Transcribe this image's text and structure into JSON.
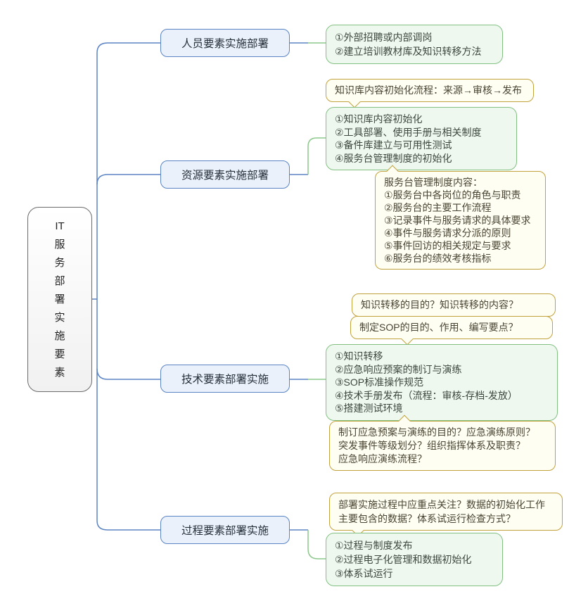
{
  "root": {
    "label": "IT服务部署实施要素",
    "lines": [
      "IT",
      "服",
      "务",
      "部",
      "署",
      "实",
      "施",
      "要",
      "素"
    ]
  },
  "branches": [
    {
      "topic": "人员要素实施部署",
      "detail": [
        "①外部招聘或内部调岗",
        "②建立培训教材库及知识转移方法"
      ]
    },
    {
      "topic": "资源要素实施部署",
      "callout_top": [
        "知识库内容初始化流程：来源→审核→发布"
      ],
      "detail": [
        "①知识库内容初始化",
        "②工具部署、使用手册与相关制度",
        "③备件库建立与可用性测试",
        "④服务台管理制度的初始化"
      ],
      "callout_bottom": [
        "服务台管理制度内容：",
        "①服务台中各岗位的角色与职责",
        "②服务台的主要工作流程",
        "③记录事件与服务请求的具体要求",
        "④事件与服务请求分派的原则",
        "⑤事件回访的相关规定与要求",
        "⑥服务台的绩效考核指标"
      ]
    },
    {
      "topic": "技术要素部署实施",
      "callout_top1": [
        "知识转移的目的？知识转移的内容？"
      ],
      "callout_top2": [
        "制定SOP的目的、作用、编写要点？"
      ],
      "detail": [
        "①知识转移",
        "②应急响应预案的制订与演练",
        "③SOP标准操作规范",
        "④技术手册发布（流程：审核-存档-发放）",
        "⑤搭建测试环境"
      ],
      "callout_bottom": [
        "制订应急预案与演练的目的？应急演练原则？",
        "突发事件等级划分？组织指挥体系及职责？",
        "应急响应演练流程？"
      ]
    },
    {
      "topic": "过程要素部署实施",
      "callout_top": [
        "部署实施过程中应重点关注？数据的初始化工作",
        "主要包含的数据？体系试运行检查方式？"
      ],
      "detail": [
        "①过程与制度发布",
        "②过程电子化管理和数据初始化",
        "③体系试运行"
      ]
    }
  ],
  "colors": {
    "branch_line_blue": "#5b84c4",
    "branch_line_green": "#8cc88c",
    "topic_fill": "#eaf1fb",
    "topic_border": "#5b84c4",
    "detail_fill": "#eef8ef",
    "detail_border": "#82c082",
    "callout_fill": "#fffef3",
    "callout_border": "#c2a23c"
  }
}
